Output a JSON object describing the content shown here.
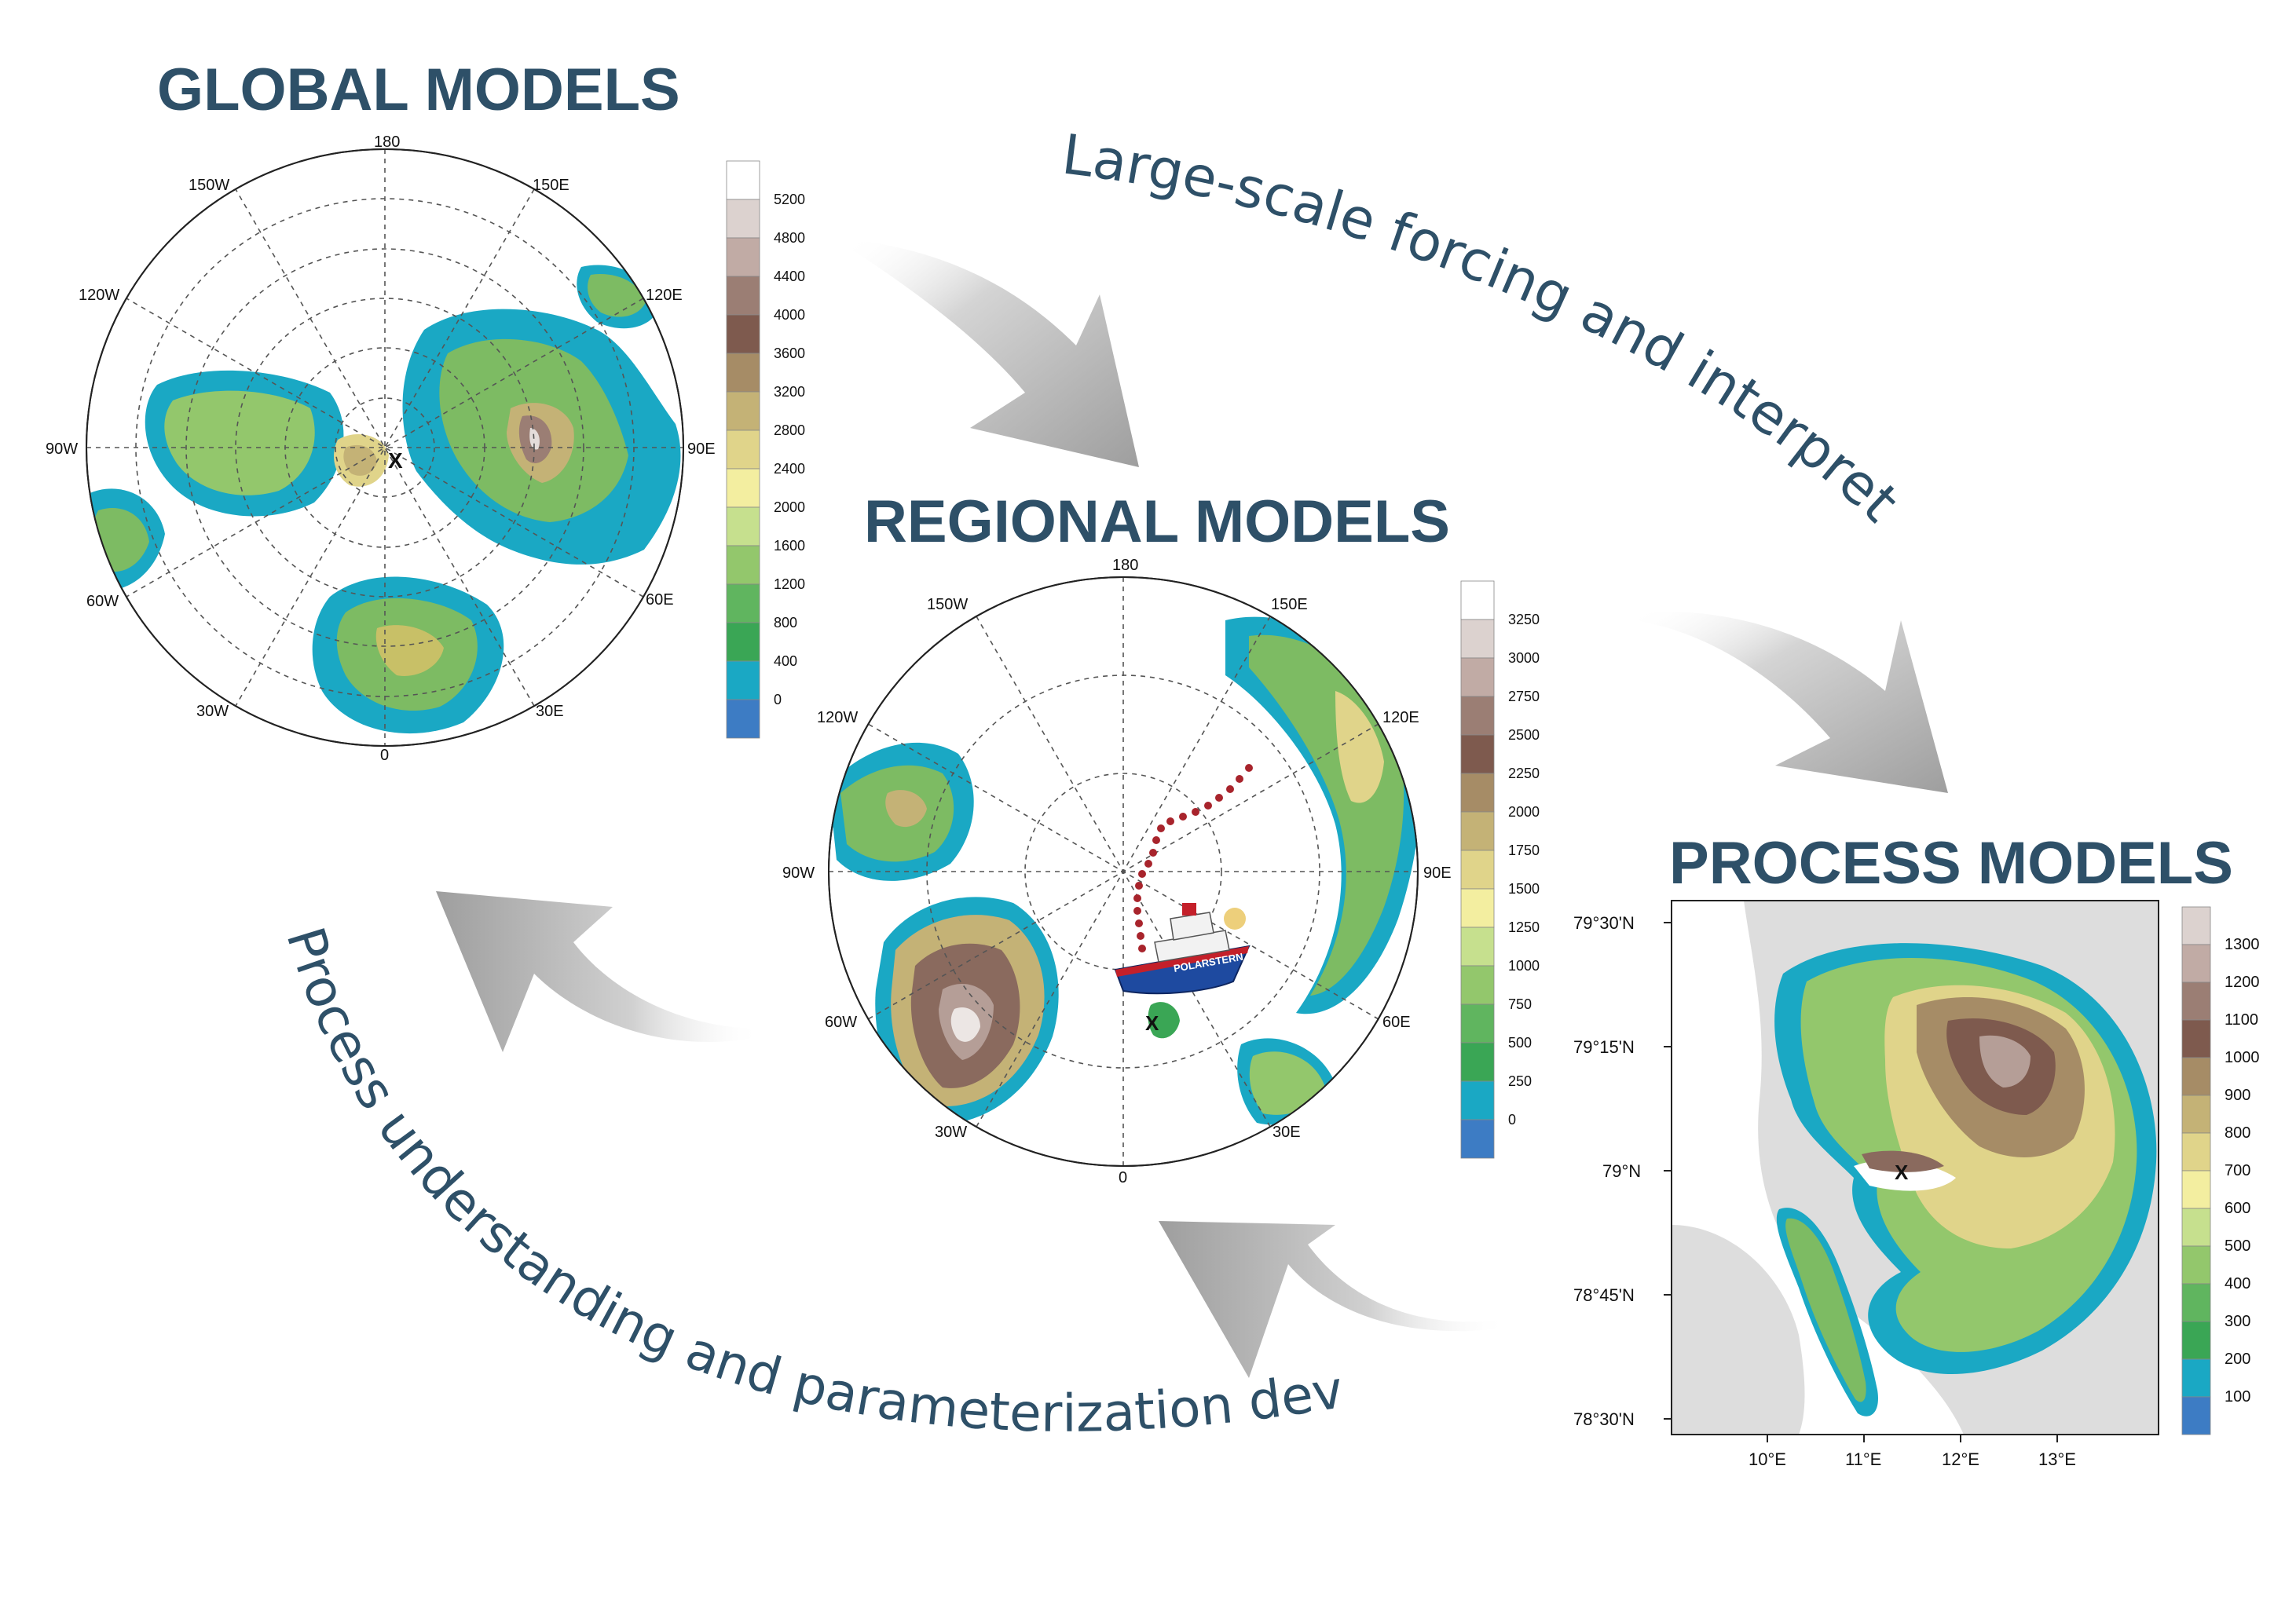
{
  "headings": {
    "global": "GLOBAL MODELS",
    "regional": "REGIONAL MODELS",
    "process": "PROCESS MODELS"
  },
  "flow": {
    "top": "Large-scale forcing and interpretation",
    "bottom": "Process understanding and parameterization development"
  },
  "global_map": {
    "lon_labels": [
      "180",
      "150E",
      "120E",
      "90E",
      "60E",
      "30E",
      "0",
      "30W",
      "60W",
      "90W",
      "120W",
      "150W"
    ],
    "colorbar": [
      "5200",
      "4800",
      "4400",
      "4000",
      "3600",
      "3200",
      "2800",
      "2400",
      "2000",
      "1600",
      "1200",
      "800",
      "400",
      "0"
    ]
  },
  "regional_map": {
    "lon_labels": [
      "180",
      "150E",
      "120E",
      "90E",
      "60E",
      "30E",
      "0",
      "30W",
      "60W",
      "90W",
      "120W",
      "150W"
    ],
    "colorbar": [
      "3250",
      "3000",
      "2750",
      "2500",
      "2250",
      "2000",
      "1750",
      "1500",
      "1250",
      "1000",
      "750",
      "500",
      "250",
      "0"
    ],
    "ship_name": "POLARSTERN"
  },
  "process_map": {
    "lat_labels": [
      "79°30'N",
      "79°15'N",
      "79°N",
      "78°45'N",
      "78°30'N"
    ],
    "lon_labels": [
      "10°E",
      "11°E",
      "12°E",
      "13°E"
    ],
    "colorbar": [
      "1300",
      "1200",
      "1100",
      "1000",
      "900",
      "800",
      "700",
      "600",
      "500",
      "400",
      "300",
      "200",
      "100"
    ]
  },
  "colors": {
    "heading": "#2e5068",
    "ocean_low": "#1aa8c4",
    "low_green": "#3aa655",
    "mid_yellow": "#e6dc7c",
    "high_brown": "#7e5a4e",
    "peak": "#e9e2e0",
    "arrow": "#a6a6a6"
  }
}
